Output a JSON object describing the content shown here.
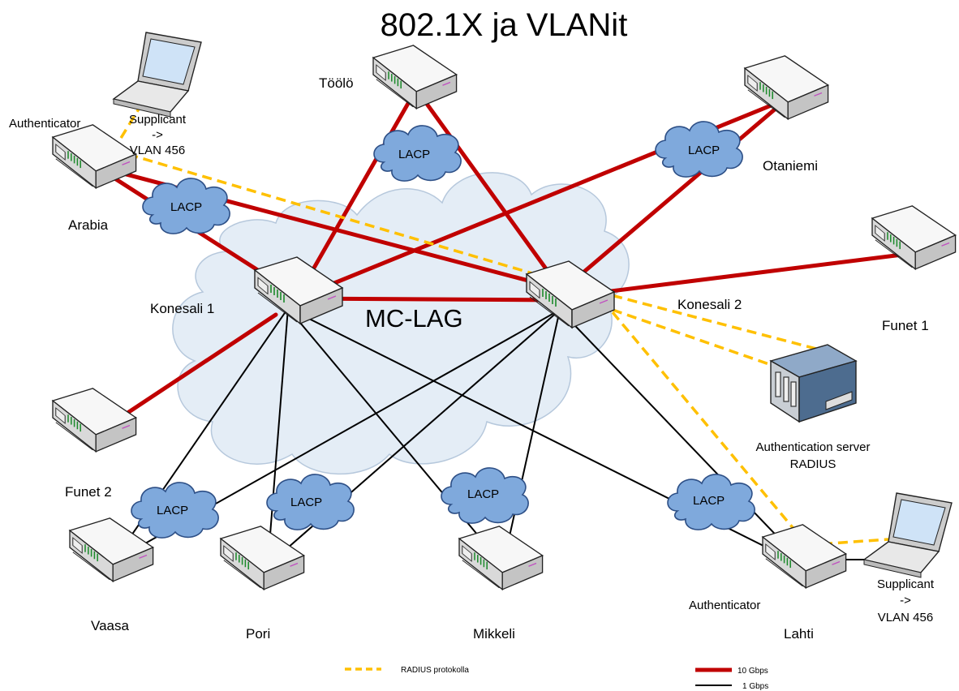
{
  "title": "802.1X ja VLANit",
  "core_label": "MC-LAG",
  "sites": {
    "toolo": "Töölö",
    "arabia": "Arabia",
    "otaniemi": "Otaniemi",
    "konesali1": "Konesali 1",
    "konesali2": "Konesali 2",
    "funet1": "Funet 1",
    "funet2": "Funet 2",
    "vaasa": "Vaasa",
    "pori": "Pori",
    "mikkeli": "Mikkeli",
    "lahti": "Lahti"
  },
  "roles": {
    "authenticator": "Authenticator",
    "supplicant_line1": "Supplicant",
    "supplicant_line2": "->",
    "supplicant_line3": "VLAN 456",
    "auth_server_line1": "Authentication server",
    "auth_server_line2": "RADIUS"
  },
  "lacp_label": "LACP",
  "legend": {
    "radius": "RADIUS protokolla",
    "link_10g": "10 Gbps",
    "link_1g": "1 Gbps"
  },
  "colors": {
    "link_10g": "#c00000",
    "link_1g": "#000000",
    "radius": "#ffc000",
    "lacp_cloud": "#7fa9dc",
    "core_cloud": "#e4edf6"
  },
  "icons": {
    "switch": "network-switch-icon",
    "laptop": "laptop-icon",
    "server": "server-icon",
    "cloud": "cloud-icon"
  }
}
